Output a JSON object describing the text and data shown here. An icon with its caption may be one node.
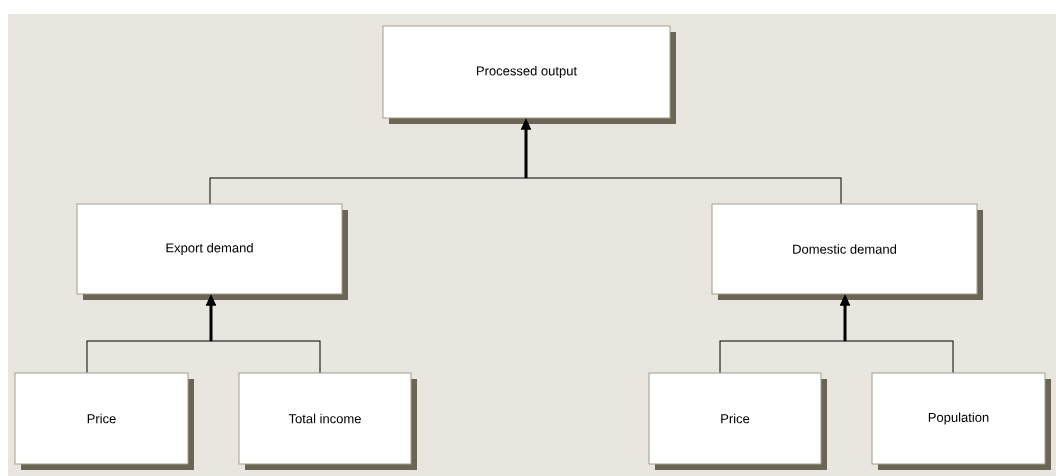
{
  "diagram": {
    "nodes": [
      {
        "text": [
          "Processed output"
        ]
      },
      {
        "text": [
          "Export demand"
        ]
      },
      {
        "text": [
          "Domestic demand"
        ]
      },
      {
        "text": [
          "Price"
        ]
      },
      {
        "text": [
          "Total income"
        ]
      },
      {
        "text": [
          "Price"
        ]
      },
      {
        "text": [
          "Population"
        ]
      }
    ],
    "edges": [
      {
        "from": 1,
        "to": 0,
        "arrow": "to"
      },
      {
        "from": 2,
        "to": 0,
        "arrow": "to"
      },
      {
        "from": 3,
        "to": 1,
        "arrow": "to"
      },
      {
        "from": 4,
        "to": 1,
        "arrow": "to"
      },
      {
        "from": 5,
        "to": 2,
        "arrow": "to"
      },
      {
        "from": 6,
        "to": 2,
        "arrow": "to"
      }
    ]
  }
}
